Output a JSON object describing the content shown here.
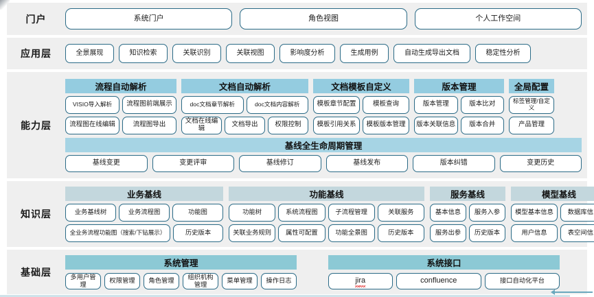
{
  "rows": {
    "portal": {
      "label": "门户",
      "items": [
        "系统门户",
        "角色视图",
        "个人工作空间"
      ]
    },
    "application": {
      "label": "应用层",
      "items": [
        "全景展现",
        "知识检索",
        "关联识别",
        "关联视图",
        "影响度分析",
        "生成用例",
        "自动生成导出文档",
        "稳定性分析"
      ]
    },
    "capability": {
      "label": "能力层",
      "groups": [
        {
          "title": "流程自动解析",
          "rows": [
            [
              "VISIO导入解析",
              "流程图前端展示"
            ],
            [
              "流程图在线编辑",
              "流程图导出"
            ]
          ]
        },
        {
          "title": "文档自动解析",
          "rows": [
            [
              "doc文档章节解析",
              "doc文档内容解析"
            ],
            [
              "文档在线编辑",
              "文档导出",
              "权限控制"
            ]
          ]
        },
        {
          "title": "文档模板自定义",
          "rows": [
            [
              "模板章节配置",
              "模板查询"
            ],
            [
              "模板引用关系",
              "模板版本管理"
            ]
          ]
        },
        {
          "title": "版本管理",
          "rows": [
            [
              "版本管理",
              "版本比对"
            ],
            [
              "版本关联信息",
              "版本合并"
            ]
          ]
        },
        {
          "title": "全局配置",
          "rows": [
            [
              "标签管理/自定义"
            ],
            [
              "产品管理"
            ]
          ]
        }
      ],
      "baseline": {
        "title": "基线全生命周期管理",
        "items": [
          "基线变更",
          "变更评审",
          "基线修订",
          "基线发布",
          "版本纠错",
          "变更历史"
        ]
      }
    },
    "knowledge": {
      "label": "知识层",
      "groups": [
        {
          "title": "业务基线",
          "rows": [
            [
              "业务基线树",
              "业务流程图",
              "功能图"
            ],
            [
              "全业务流程功能图（搜索/下钻展示）",
              "历史版本"
            ]
          ]
        },
        {
          "title": "功能基线",
          "rows": [
            [
              "功能树",
              "系统流程图",
              "子流程管理",
              "关联服务"
            ],
            [
              "关联业务规则",
              "属性可配置",
              "功能全景图",
              "历史版本"
            ]
          ]
        },
        {
          "title": "服务基线",
          "rows": [
            [
              "基本信息",
              "服务入参"
            ],
            [
              "服务出参",
              "历史版本"
            ]
          ]
        },
        {
          "title": "模型基线",
          "rows": [
            [
              "模型基本信息",
              "数据库信息"
            ],
            [
              "用户信息",
              "表空间信息"
            ]
          ]
        }
      ]
    },
    "base": {
      "label": "基础层",
      "groups": [
        {
          "title": "系统管理",
          "items": [
            "多用户管理",
            "权限管理",
            "角色管理",
            "组织机构管理",
            "菜单管理",
            "操作日志"
          ]
        },
        {
          "title": "系统接口",
          "items": [
            "jira",
            "confluence",
            "接口自动化平台"
          ]
        }
      ]
    }
  },
  "colors": {
    "band_bg": "#efefef",
    "pill_border": "#2a6a86",
    "capability_header": "#94cce0",
    "baseline_header": "#a6d4e4",
    "knowledge_header": "#c3d7dd",
    "base_header": "#8cc9d5",
    "text": "#1a1a1a"
  }
}
